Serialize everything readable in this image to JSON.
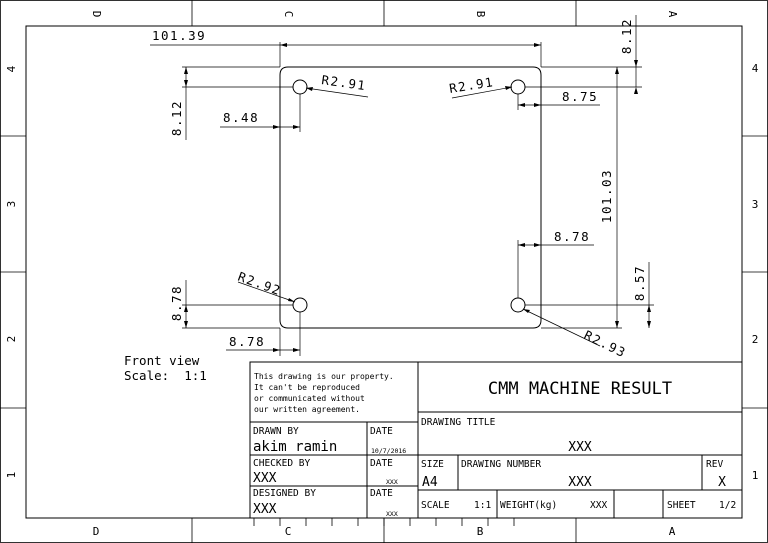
{
  "border": {
    "top_letters": [
      "D",
      "C",
      "B",
      "A"
    ],
    "bottom_letters": [
      "D",
      "C",
      "B",
      "A"
    ],
    "row_numbers": [
      "4",
      "3",
      "2",
      "1"
    ]
  },
  "dimensions": {
    "overall_width": "101.39",
    "overall_height": "101.03",
    "top_right_offset": "8.12",
    "left_top_offset": "8.12",
    "hole_tl_x": "8.48",
    "hole_tr_x": "8.75",
    "hole_br_x": "8.78",
    "hole_br_y": "8.57",
    "hole_bl_y": "8.78",
    "hole_bl_x": "8.78",
    "radius_tl": "R2.91",
    "radius_tr": "R2.91",
    "radius_bl": "R2.92",
    "radius_br": "R2.93"
  },
  "view_label": {
    "name": "Front view",
    "scale": "Scale:  1:1"
  },
  "title_block": {
    "notice": [
      "This drawing is our property.",
      "It can't be reproduced",
      "or communicated without",
      "our written agreement."
    ],
    "company_title": "CMM MACHINE RESULT",
    "drawing_title_label": "DRAWING TITLE",
    "drawing_title_value": "XXX",
    "drawn_by_label": "DRAWN BY",
    "drawn_by_value": "akim ramin",
    "date_label": "DATE",
    "drawn_date": "10/7/2016",
    "checked_by_label": "CHECKED BY",
    "checked_by_value": "XXX",
    "checked_date": "XXX",
    "designed_by_label": "DESIGNED BY",
    "designed_by_value": "XXX",
    "designed_date": "XXX",
    "size_label": "SIZE",
    "size_value": "A4",
    "drawing_number_label": "DRAWING NUMBER",
    "drawing_number_value": "XXX",
    "rev_label": "REV",
    "rev_value": "X",
    "scale_label": "SCALE",
    "scale_value": "1:1",
    "weight_label": "WEIGHT(kg)",
    "weight_value": "XXX",
    "sheet_label": "SHEET",
    "sheet_value": "1/2"
  }
}
